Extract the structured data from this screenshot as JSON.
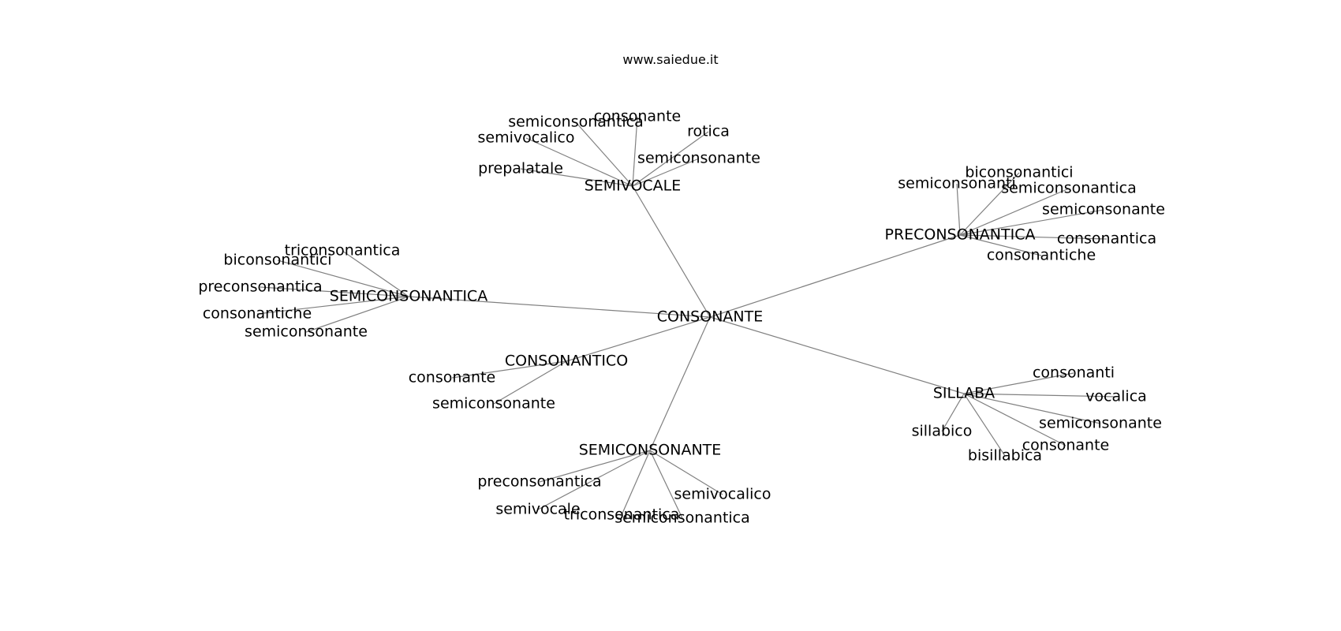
{
  "header": {
    "watermark": "www.saiedue.it"
  },
  "graph": {
    "root": "CONSONANTE",
    "hubs": [
      {
        "label": "SEMIVOCALE",
        "leaves": [
          "semiconsonantica",
          "consonante",
          "semivocalico",
          "rotica",
          "semiconsonante",
          "prepalatale"
        ]
      },
      {
        "label": "PRECONSONANTICA",
        "leaves": [
          "biconsonantici",
          "semiconsonanti",
          "semiconsonantica",
          "semiconsonante",
          "consonantica",
          "consonantiche"
        ]
      },
      {
        "label": "SEMICONSONANTICA",
        "leaves": [
          "triconsonantica",
          "biconsonantici",
          "preconsonantica",
          "consonantiche",
          "semiconsonante"
        ]
      },
      {
        "label": "CONSONANTICO",
        "leaves": [
          "consonante",
          "semiconsonante"
        ]
      },
      {
        "label": "SILLABA",
        "leaves": [
          "consonanti",
          "vocalica",
          "semiconsonante",
          "sillabico",
          "consonante",
          "bisillabica"
        ]
      },
      {
        "label": "SEMICONSONANTE",
        "leaves": [
          "preconsonantica",
          "semivocalico",
          "semivocale",
          "triconsonantica",
          "semiconsonantica"
        ]
      }
    ]
  }
}
